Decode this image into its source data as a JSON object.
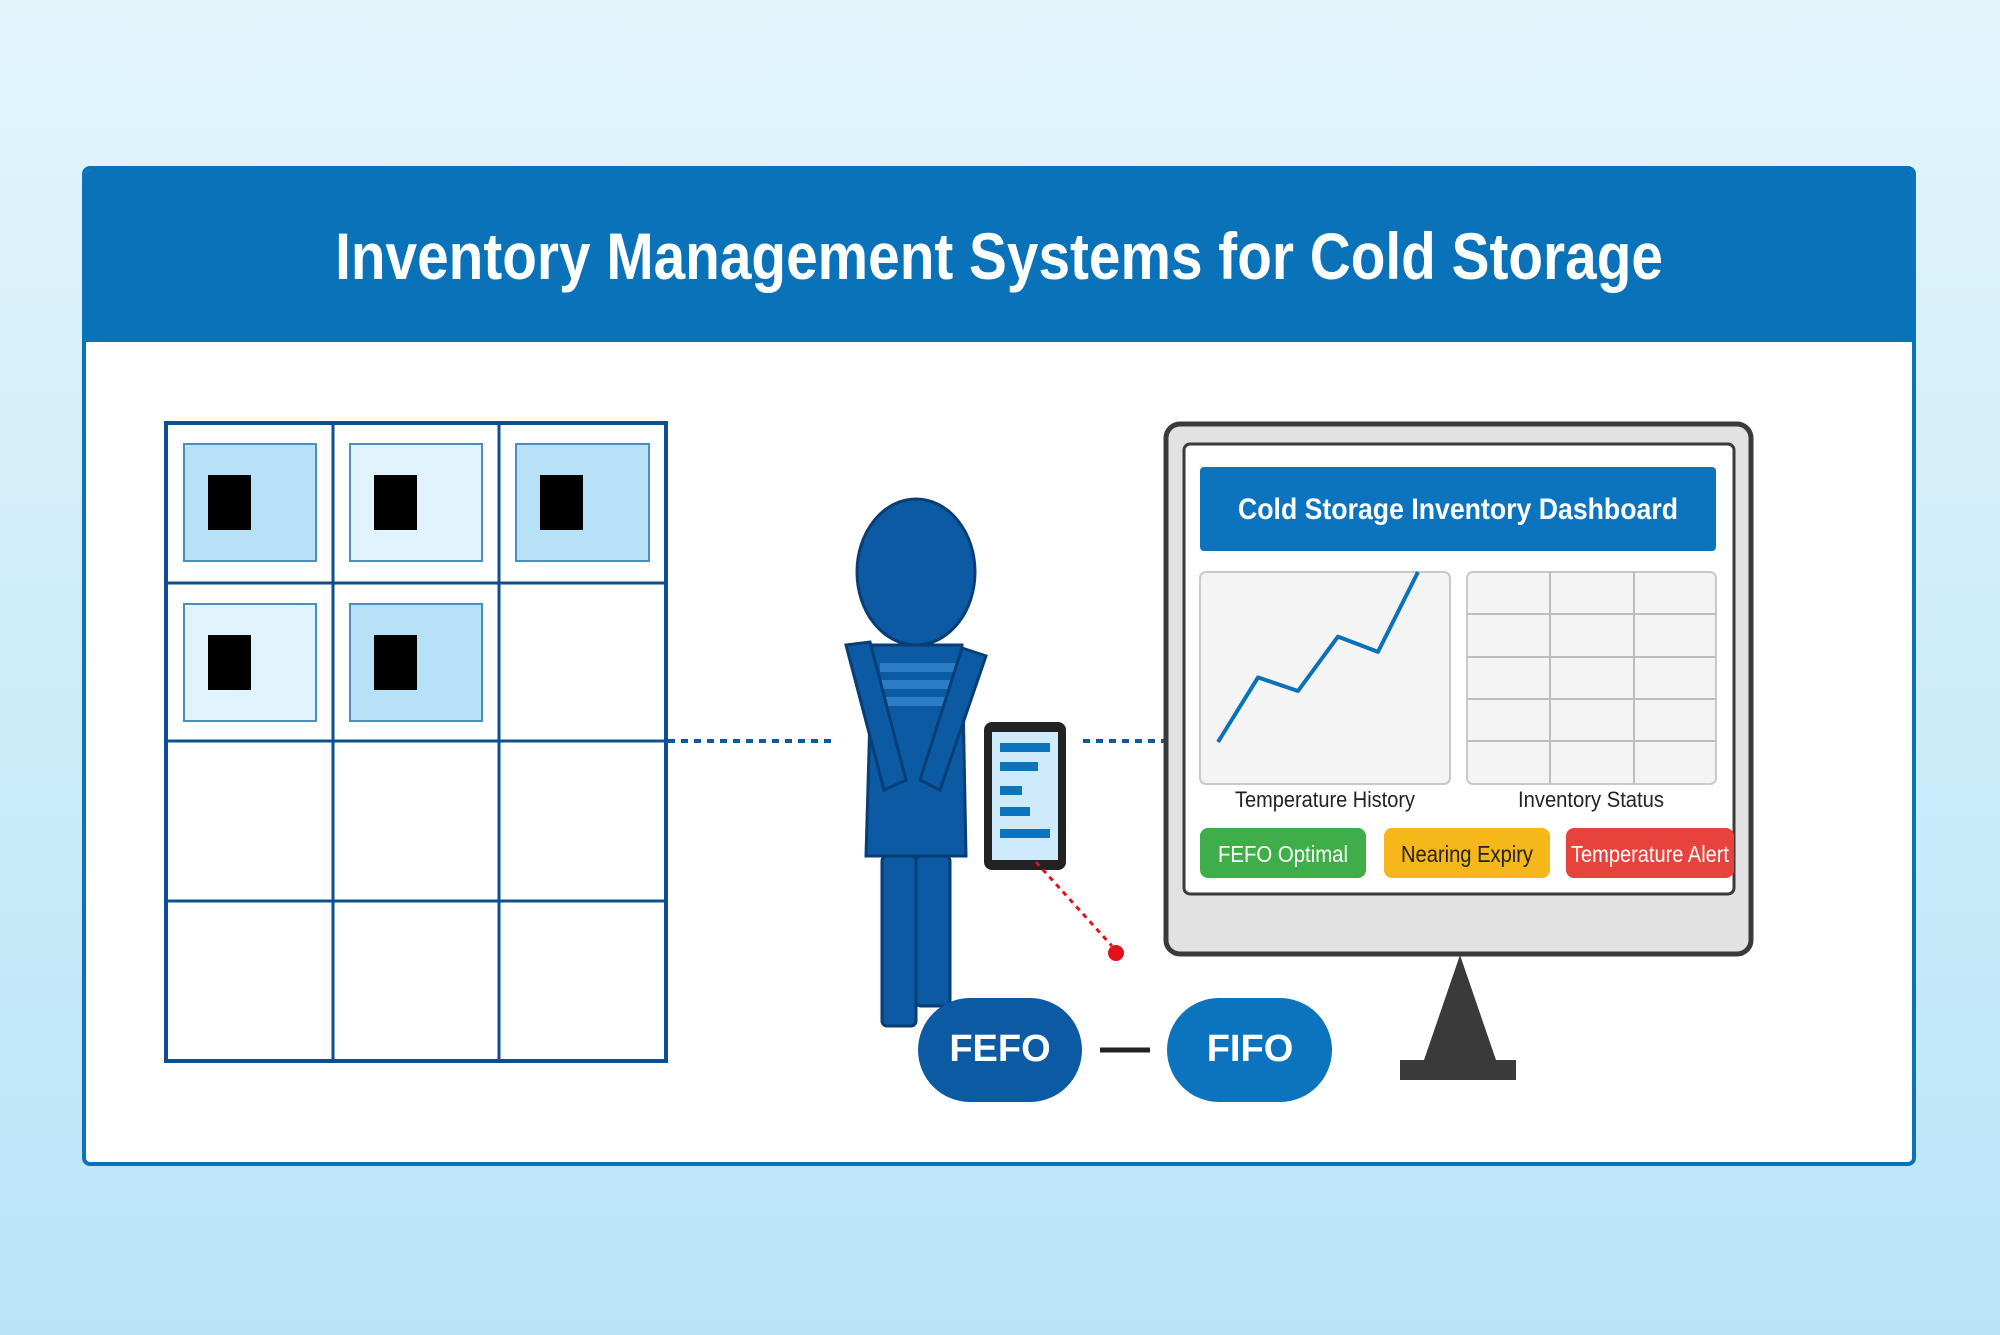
{
  "title": "Inventory Management Systems for Cold Storage",
  "dashboard": {
    "title": "Cold Storage Inventory Dashboard",
    "chart_caption": "Temperature History",
    "table_caption": "Inventory Status",
    "badges": [
      {
        "label": "FEFO Optimal",
        "color": "#3fae49"
      },
      {
        "label": "Nearing Expiry",
        "color": "#f5b719"
      },
      {
        "label": "Temperature Alert",
        "color": "#e8423d"
      }
    ]
  },
  "methods": {
    "left": "FEFO",
    "right": "FIFO",
    "left_color": "#0b5aa3",
    "right_color": "#0c73bf"
  },
  "chart_data": {
    "type": "line",
    "values": [
      0,
      38,
      30,
      62,
      53,
      100
    ]
  },
  "colors": {
    "primary": "#0a72b9",
    "figure": "#0b5aa3",
    "alert_dot": "#e3101b"
  }
}
